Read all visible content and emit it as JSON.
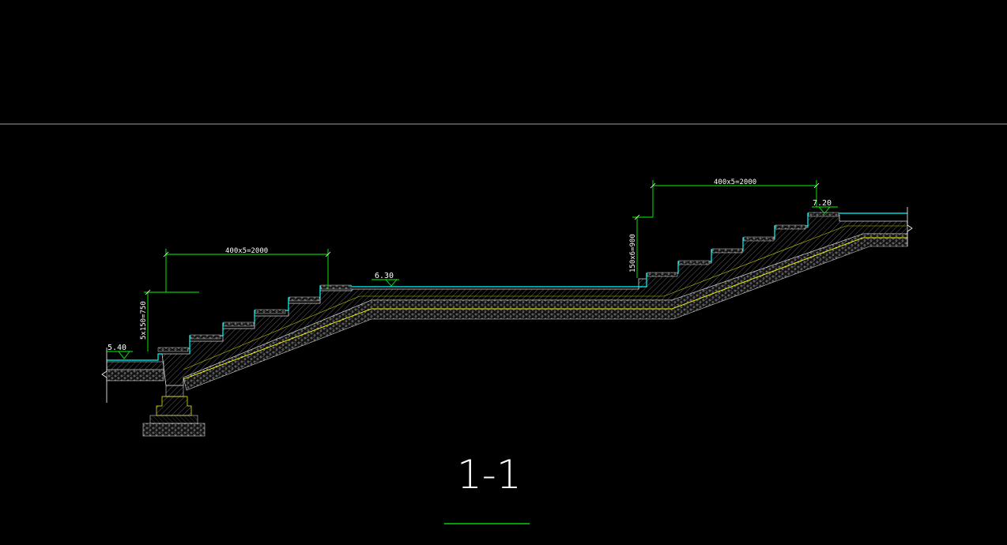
{
  "drawing": {
    "section_title": "1-1",
    "elevations": {
      "lower": "5.40",
      "middle": "6.30",
      "upper": "7.20"
    },
    "dimensions": {
      "left_run": "400x5=2000",
      "left_rise": "5x150=750",
      "right_run": "400x5=2000",
      "right_rise": "150x6=900"
    },
    "colors": {
      "background": "#000000",
      "dimension_line": "#00ff00",
      "finish_line": "#00ffff",
      "membrane_line": "#ffff00",
      "structure_line": "#ffffff",
      "hatch": "#808080",
      "divider": "#a0a0a0"
    }
  }
}
